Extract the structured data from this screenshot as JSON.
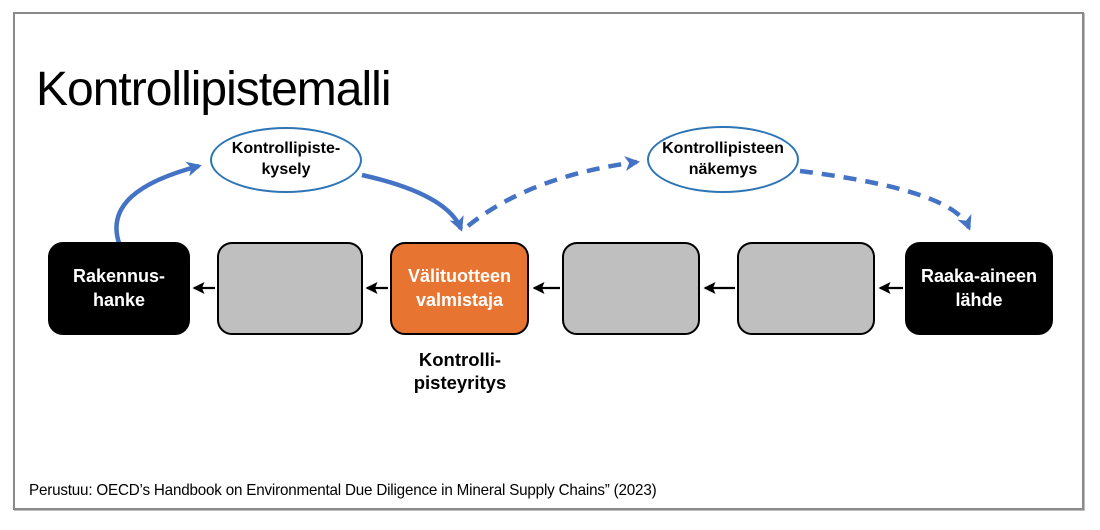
{
  "title": "Kontrollipistemalli",
  "footer": "Perustuu: OECD’s Handbook on Environmental Due Diligence in Mineral Supply Chains” (2023)",
  "colors": {
    "arrow_blue": "#4472C4",
    "oval_border": "#2E75B6",
    "box_orange": "#E87431",
    "box_gray": "#BFBFBF",
    "box_black": "#000000",
    "box_border": "#000000",
    "frame_border": "#8A8A8A",
    "text_white": "#FFFFFF",
    "text_black": "#000000"
  },
  "ovals": [
    {
      "id": "kontrollipiste-kysely",
      "label": "Kontrollipiste-\nkysely"
    },
    {
      "id": "kontrollipisteen-nakemys",
      "label": "Kontrollipisteen\nnäkemys"
    }
  ],
  "boxes": [
    {
      "label": "Rakennus-\nhanke",
      "variant": "black"
    },
    {
      "label": "",
      "variant": "gray"
    },
    {
      "label": "Välituotteen\nvalmistaja",
      "variant": "orange"
    },
    {
      "label": "",
      "variant": "gray"
    },
    {
      "label": "",
      "variant": "gray"
    },
    {
      "label": "Raaka-aineen\nlähde",
      "variant": "black"
    }
  ],
  "control_point_label": "Kontrolli-\npisteyritys",
  "arrows": {
    "solid_query_flow": "Rakennushanke → Kontrollipiste-kysely → Välituotteen valmistaja",
    "dashed_view_flow": "Välituotteen valmistaja → Kontrollipisteen näkemys → Raaka-aineen lähde",
    "chain_direction": "right-to-left"
  }
}
